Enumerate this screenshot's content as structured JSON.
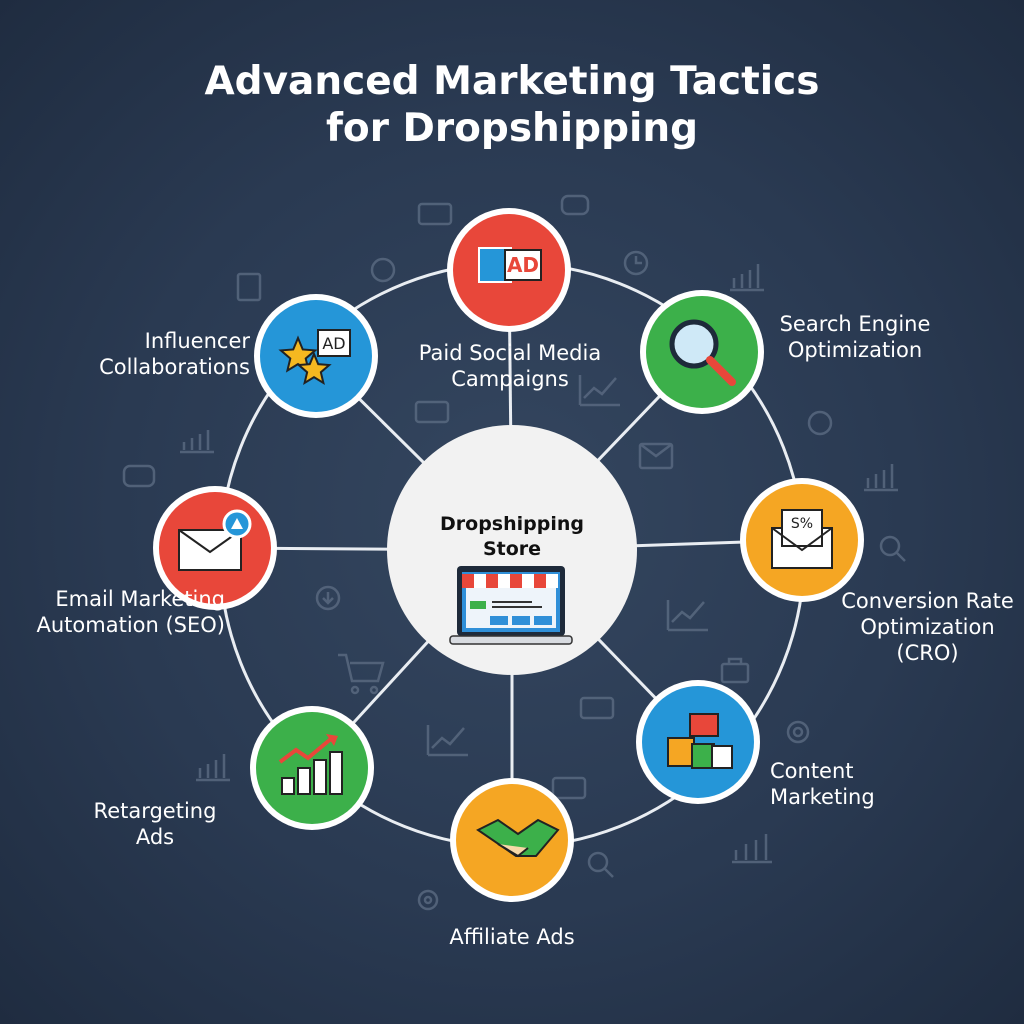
{
  "title": {
    "line1": "Advanced Marketing Tactics",
    "line2": "for Dropshipping"
  },
  "center": {
    "line1": "Dropshipping",
    "line2": "Store",
    "icon": "storefront-laptop-icon"
  },
  "colors": {
    "background": "#2a3a52",
    "red": "#e8473a",
    "blue": "#2596d8",
    "green": "#3cb04a",
    "orange": "#f5a623",
    "center": "#f2f2f2"
  },
  "nodes": [
    {
      "id": "paid-social",
      "label1": "Paid Social Media",
      "label2": "Campaigns",
      "color": "#e8473a",
      "icon": "ad-megaphone-icon",
      "icon_text": "AD"
    },
    {
      "id": "seo",
      "label1": "Search Engine",
      "label2": "Optimization",
      "color": "#3cb04a",
      "icon": "magnifier-icon"
    },
    {
      "id": "cro",
      "label1": "Conversion Rate",
      "label2": "Optimization",
      "label3": "(CRO)",
      "color": "#f5a623",
      "icon": "envelope-discount-icon",
      "icon_text": "S%"
    },
    {
      "id": "content",
      "label1": "Content",
      "label2": "Marketing",
      "color": "#2596d8",
      "icon": "shopping-bags-icon"
    },
    {
      "id": "affiliate",
      "label1": "Affiliate Ads",
      "color": "#f5a623",
      "icon": "handshake-icon"
    },
    {
      "id": "retargeting",
      "label1": "Retargeting",
      "label2": "Ads",
      "color": "#3cb04a",
      "icon": "growth-chart-icon"
    },
    {
      "id": "email",
      "label1": "Email Marketing",
      "label2": "Automation (SEO)",
      "color": "#e8473a",
      "icon": "envelope-notification-icon"
    },
    {
      "id": "influencer",
      "label1": "Influencer",
      "label2": "Collaborations",
      "color": "#2596d8",
      "icon": "stars-ad-icon",
      "icon_text": "AD"
    }
  ]
}
